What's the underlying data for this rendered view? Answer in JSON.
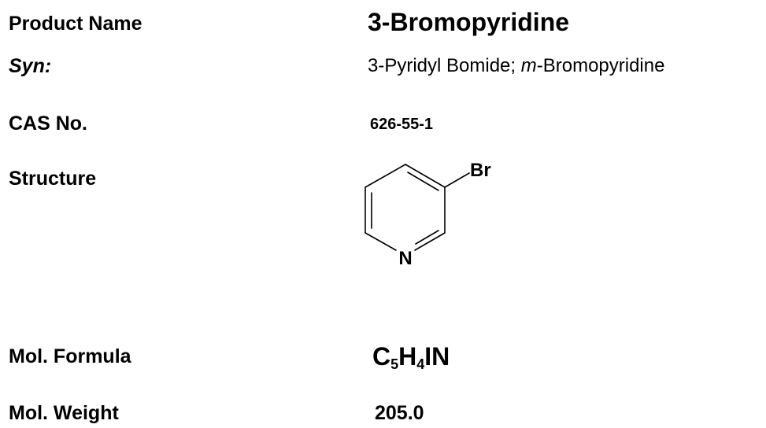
{
  "labels": {
    "product_name": "Product Name",
    "syn": "Syn:",
    "cas": "CAS No.",
    "structure": "Structure",
    "formula": "Mol. Formula",
    "weight": "Mol. Weight"
  },
  "values": {
    "product_name": "3-Bromopyridine",
    "syn_prefix": "3-Pyridyl Bomide; ",
    "syn_italic": "m",
    "syn_suffix": "-Bromopyridine",
    "cas": "626-55-1",
    "formula_parts": [
      "C",
      "5",
      "H",
      "4",
      "IN"
    ],
    "weight": "205.0"
  },
  "structure": {
    "substituent_label": "Br",
    "ring_atom_label": "N"
  }
}
